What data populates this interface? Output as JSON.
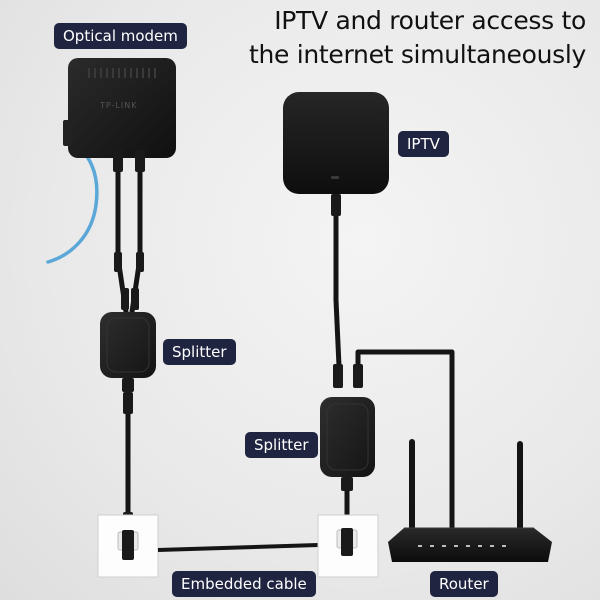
{
  "title": {
    "line1": "IPTV and router access to",
    "line2": "the internet simultaneously"
  },
  "labels": {
    "optical_modem": "Optical modem",
    "iptv": "IPTV",
    "splitter_left": "Splitter",
    "splitter_right": "Splitter",
    "embedded_cable": "Embedded cable",
    "router": "Router"
  },
  "device_marks": {
    "modem_brand": "TP-LINK"
  },
  "colors": {
    "label_bg": "#1f2440",
    "label_text": "#ffffff",
    "device_body": "#1c1c1c",
    "cable": "#151515",
    "fiber": "#5aa7d8",
    "wall_plate": "#ffffff"
  }
}
